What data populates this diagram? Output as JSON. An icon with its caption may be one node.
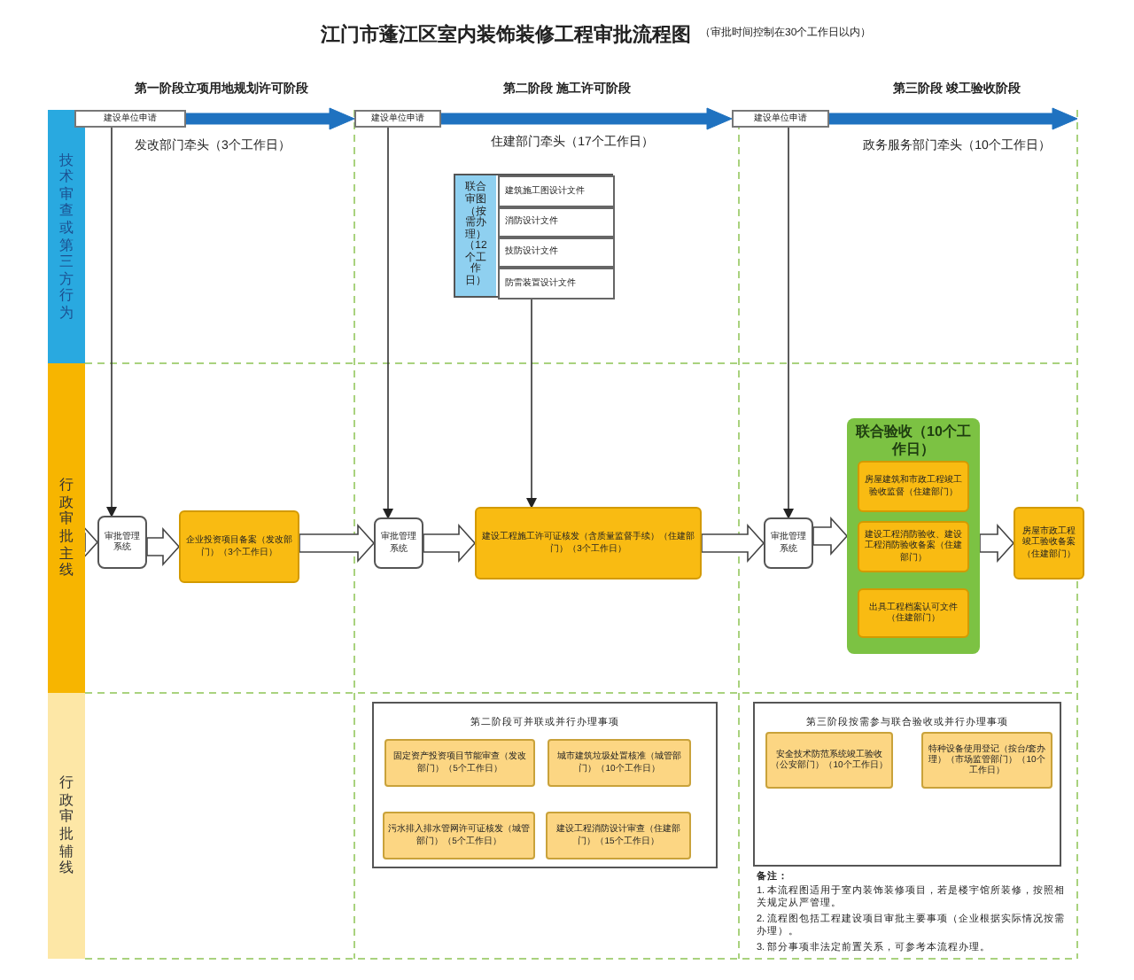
{
  "diagram": {
    "title": "江门市蓬江区室内装饰装修工程审批流程图",
    "nodes": [
      {
        "text": [
          "技术审查或第三方行为"
        ]
      },
      {
        "text": [
          "行政审批主线"
        ]
      },
      {
        "text": [
          "行政审批辅线"
        ]
      },
      {
        "text": [
          "建设单位申请"
        ]
      },
      {
        "text": [
          "建设单位申请"
        ]
      },
      {
        "text": [
          "建设单位申请"
        ]
      },
      {
        "text": [
          "联合审图（按需办理）（12个工作日）"
        ]
      },
      {
        "text": [
          "建筑施工图设计文件"
        ],
        "in": 6
      },
      {
        "text": [
          "消防设计文件"
        ],
        "in": 6
      },
      {
        "text": [
          "技防设计文件"
        ],
        "in": 6
      },
      {
        "text": [
          "防雷装置设计文件"
        ],
        "in": 6
      },
      {
        "text": [
          "审批管理系统"
        ]
      },
      {
        "text": [
          "企业投资项目备案（发改部门）（3个工作日）"
        ]
      },
      {
        "text": [
          "审批管理系统"
        ]
      },
      {
        "text": [
          "建设工程施工许可证核发（含质量监督手续）（住建部门）（3个工作日）"
        ]
      },
      {
        "text": [
          "审批管理系统"
        ]
      },
      {
        "text": [
          "联合验收（10个工作日）"
        ]
      },
      {
        "text": [
          "房屋建筑和市政工程竣工验收监督（住建部门）"
        ],
        "in": 16
      },
      {
        "text": [
          "建设工程消防验收、建设工程消防验收备案（住建部门）"
        ],
        "in": 16
      },
      {
        "text": [
          "出具工程档案认可文件（住建部门）"
        ],
        "in": 16
      },
      {
        "text": [
          "房屋市政工程竣工验收备案（住建部门）"
        ]
      },
      {
        "text": [
          "第二阶段可并联或并行办理事项"
        ]
      },
      {
        "text": [
          "固定资产投资项目节能审查（发改部门）（5个工作日）"
        ],
        "in": 21
      },
      {
        "text": [
          "城市建筑垃圾处置核准（城管部门）（10个工作日）"
        ],
        "in": 21
      },
      {
        "text": [
          "污水排入排水管网许可证核发（城管部门）（5个工作日）"
        ],
        "in": 21
      },
      {
        "text": [
          "建设工程消防设计审查（住建部门）（15个工作日）"
        ],
        "in": 21
      },
      {
        "text": [
          "第三阶段按需参与联合验收或并行办理事项"
        ]
      },
      {
        "text": [
          "安全技术防范系统竣工验收（公安部门）（10个工作日）"
        ],
        "in": 26
      },
      {
        "text": [
          "特种设备使用登记（按台/套办理）（市场监管部门）（10个工作日）"
        ],
        "in": 26
      }
    ],
    "edges": [
      {
        "from": 3,
        "to": 4,
        "arrow": "to",
        "style": "thick",
        "color": "#1f72c0"
      },
      {
        "from": 4,
        "to": 5,
        "arrow": "to",
        "style": "thick",
        "color": "#1f72c0"
      },
      {
        "from": 5,
        "to": null,
        "arrow": "to",
        "style": "thick",
        "color": "#1f72c0"
      },
      {
        "from": 3,
        "to": 11,
        "arrow": "to"
      },
      {
        "from": 4,
        "to": 13,
        "arrow": "to"
      },
      {
        "from": 10,
        "to": 14,
        "arrow": "to"
      },
      {
        "from": 5,
        "to": 15,
        "arrow": "to"
      },
      {
        "from": null,
        "to": 11,
        "arrow": "to",
        "style": "thick"
      },
      {
        "from": 11,
        "to": 12,
        "arrow": "to",
        "style": "thick"
      },
      {
        "from": 12,
        "to": 13,
        "arrow": "to",
        "style": "thick"
      },
      {
        "from": 13,
        "to": 14,
        "arrow": "to",
        "style": "thick"
      },
      {
        "from": 14,
        "to": 15,
        "arrow": "to",
        "style": "thick"
      },
      {
        "from": 15,
        "to": 16,
        "arrow": "to",
        "style": "thick"
      },
      {
        "from": 16,
        "to": 20,
        "arrow": "to",
        "style": "thick"
      }
    ],
    "labels": [
      "（审批时间控制在30个工作日以内）",
      "第一阶段立项用地规划许可阶段",
      "第二阶段 施工许可阶段",
      "第三阶段 竣工验收阶段",
      "发改部门牵头（3个工作日）",
      "住建部门牵头（17个工作日）",
      "政务服务部门牵头（10个工作日）",
      "备注：",
      "1. 本流程图适用于室内装饰装修项目，若是楼宇馆所装修，按照相关规定从严管理。",
      "2. 流程图包括工程建设项目审批主要事项（企业根据实际情况按需办理）。",
      "3. 部分事项非法定前置关系，可参考本流程办理。"
    ]
  }
}
